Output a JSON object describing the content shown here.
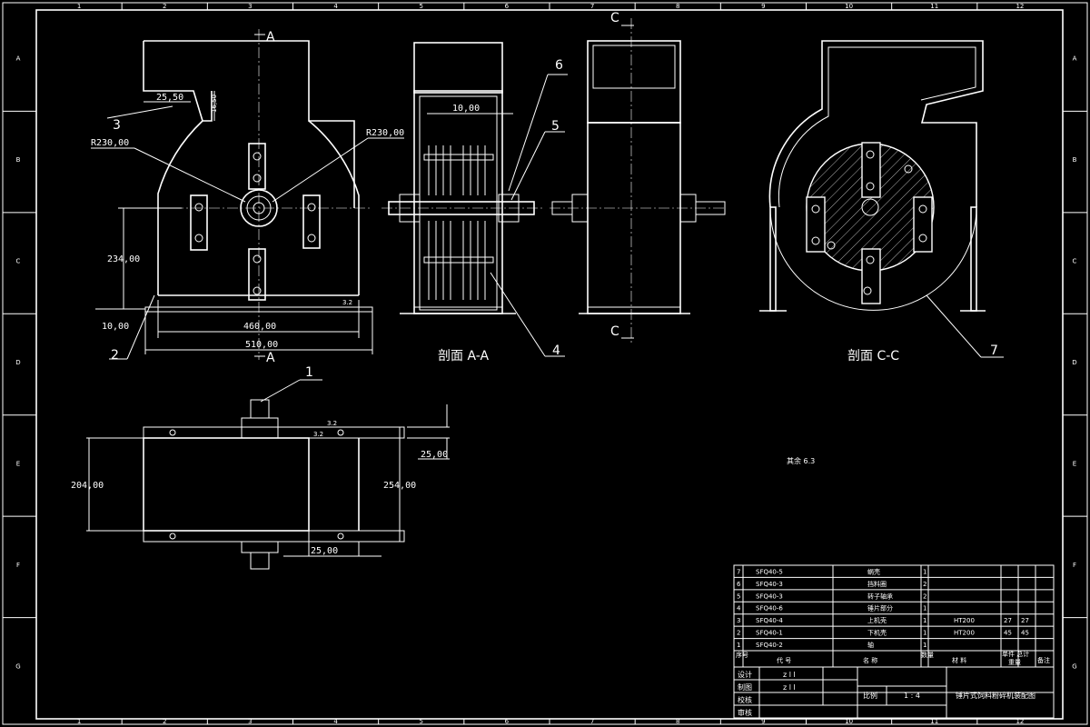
{
  "frame": {
    "top_numbers": [
      "1",
      "2",
      "3",
      "4",
      "5",
      "6",
      "7",
      "8",
      "9",
      "10",
      "11",
      "12"
    ],
    "side_letters": [
      "A",
      "B",
      "C",
      "D",
      "E",
      "F",
      "G"
    ]
  },
  "labels": {
    "sec_a_top": "A",
    "sec_a_bottom": "A",
    "sec_c_top": "C",
    "sec_c_bottom": "C",
    "section_aa": "剖面 A-A",
    "section_cc": "剖面 C-C",
    "note": "其余 6.3"
  },
  "dims": {
    "r230_left": "R230,00",
    "r230_right": "R230,00",
    "d234": "234,00",
    "d460": "460,00",
    "d510": "510,00",
    "d10a": "10,00",
    "d2550": "25,50",
    "d1650": "16,50",
    "d10b": "10,00",
    "d204": "204,00",
    "d254": "254,00",
    "d25a": "25,00",
    "d25b": "25,00",
    "rough1": "3.2",
    "rough2": "3.2",
    "rough3": "3.2"
  },
  "callouts": {
    "c1": "1",
    "c2": "2",
    "c3": "3",
    "c4": "4",
    "c5": "5",
    "c6": "6",
    "c7": "7"
  },
  "bom": {
    "rows": [
      {
        "no": "7",
        "code": "SFQ40-5",
        "name": "蜗壳",
        "qty": "1",
        "mat": "",
        "w1": "",
        "w2": ""
      },
      {
        "no": "6",
        "code": "SFQ40-3",
        "name": "挡料圈",
        "qty": "2",
        "mat": "",
        "w1": "",
        "w2": ""
      },
      {
        "no": "5",
        "code": "SFQ40-3",
        "name": "转子轴承",
        "qty": "2",
        "mat": "",
        "w1": "",
        "w2": ""
      },
      {
        "no": "4",
        "code": "SFQ40-6",
        "name": "锤片部分",
        "qty": "1",
        "mat": "",
        "w1": "",
        "w2": ""
      },
      {
        "no": "3",
        "code": "SFQ40-4",
        "name": "上机壳",
        "qty": "1",
        "mat": "HT200",
        "w1": "27",
        "w2": "27"
      },
      {
        "no": "2",
        "code": "SFQ40-1",
        "name": "下机壳",
        "qty": "1",
        "mat": "HT200",
        "w1": "45",
        "w2": "45"
      },
      {
        "no": "1",
        "code": "SFQ40-2",
        "name": "轴",
        "qty": "1",
        "mat": "",
        "w1": "",
        "w2": ""
      }
    ],
    "header": {
      "no": "序号",
      "code": "代  号",
      "name": "名  称",
      "qty": "数量",
      "mat": "材  料",
      "w": "单件 总计",
      "wsub": "重量",
      "note": "备注"
    }
  },
  "titleblock": {
    "design_label": "设计",
    "design_val": "z l l",
    "draw_label": "制图",
    "draw_val": "z l l",
    "check_label": "校核",
    "approve_label": "审核",
    "scale_label": "比例",
    "scale_val": "1 : 4",
    "drawing_name": "锤片式饲料粉碎机装配图"
  }
}
